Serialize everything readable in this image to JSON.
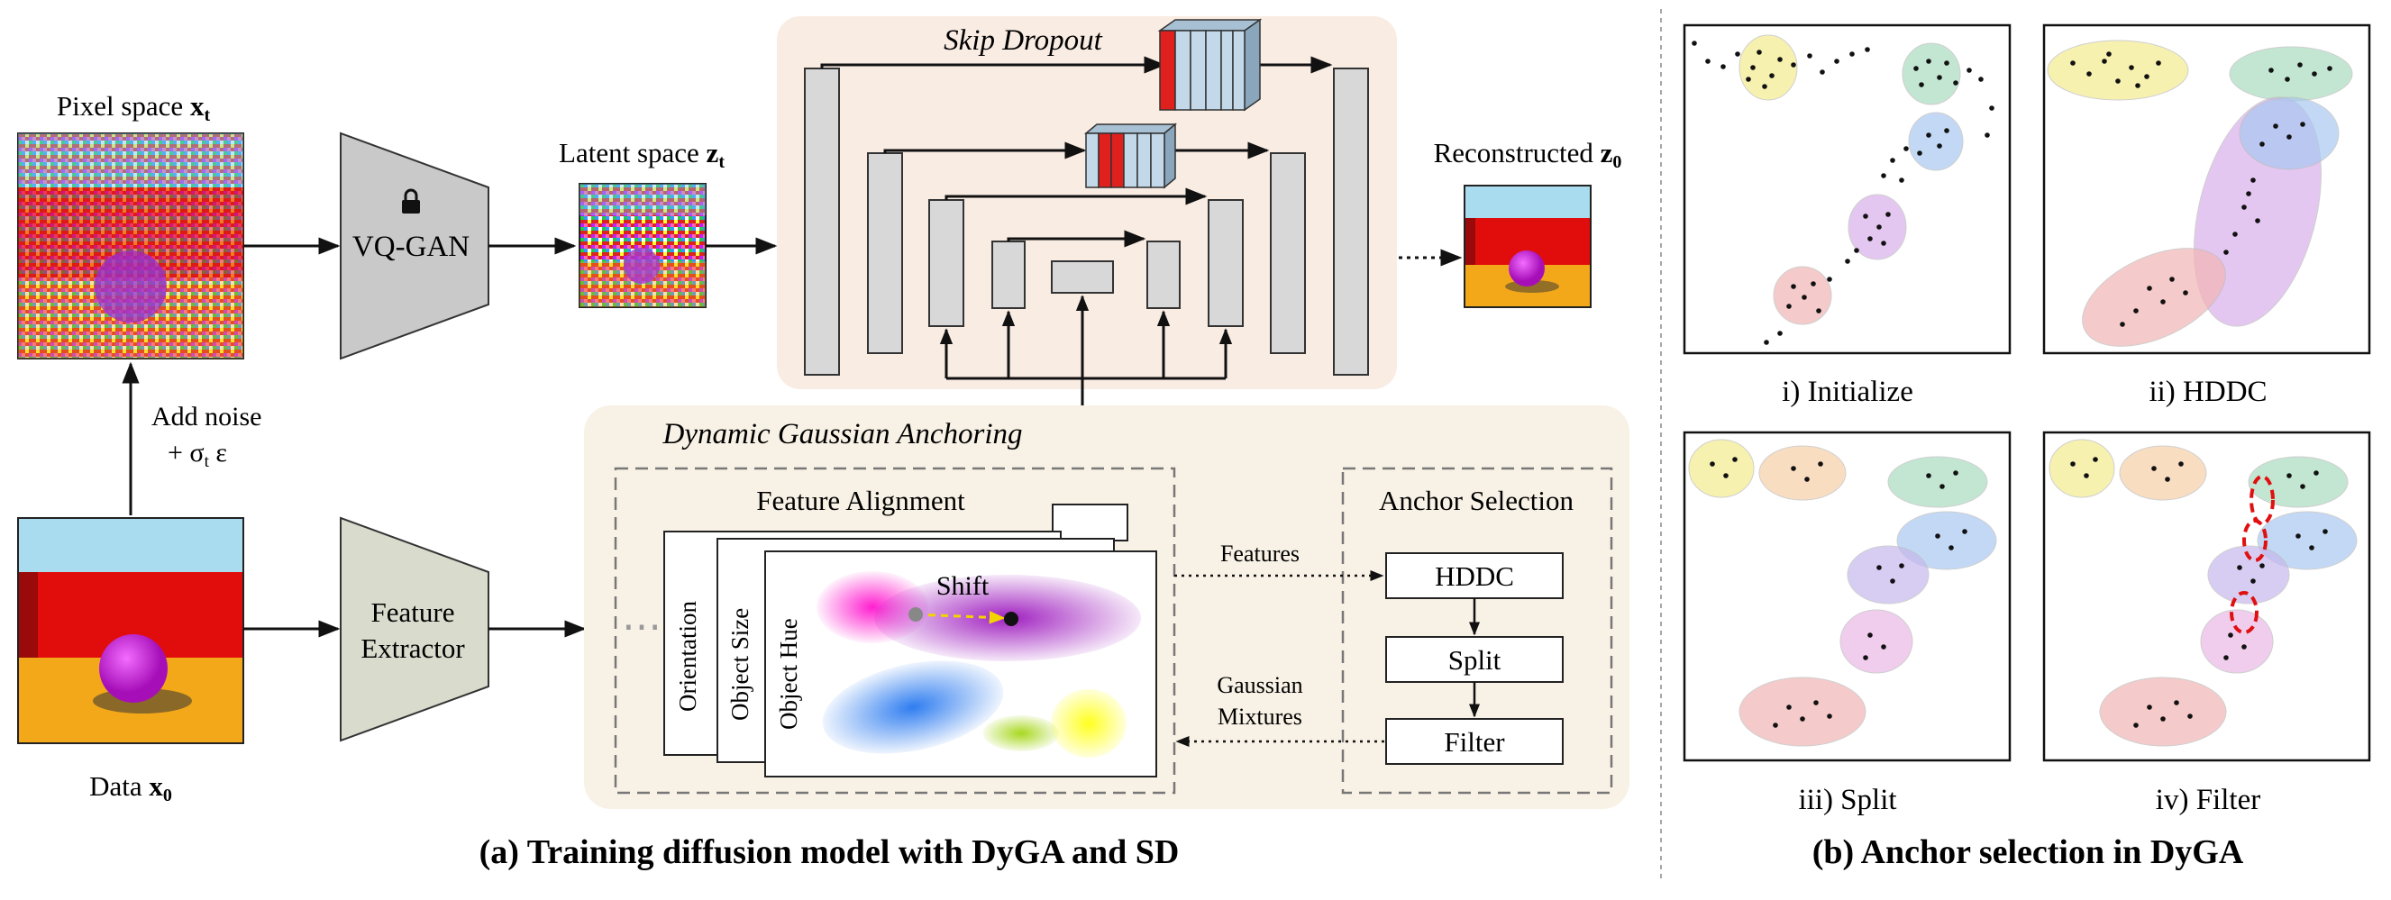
{
  "left_panel": {
    "pixel_space": {
      "label": "Pixel space ",
      "sym": "x",
      "sub": "t"
    },
    "add_noise": {
      "line1": "Add noise",
      "line2_prefix": "+ σ",
      "line2_sub": "t",
      "line2_suffix": " ε"
    },
    "data": {
      "label": "Data ",
      "sym": "x",
      "sub": "0"
    },
    "vqgan": {
      "label": "VQ-GAN",
      "lock_icon": "lock-icon"
    },
    "latent_space": {
      "label": "Latent space ",
      "sym": "z",
      "sub": "t"
    },
    "feature_extractor": {
      "line1": "Feature",
      "line2": "Extractor"
    },
    "reconstructed": {
      "label": "Reconstructed ",
      "sym": "z",
      "sub": "0"
    },
    "skip_dropout": {
      "title": "Skip Dropout"
    },
    "dyga": {
      "title": "Dynamic Gaussian Anchoring",
      "feature_alignment": "Feature Alignment",
      "cards": [
        "Orientation",
        "Object Size",
        "Object Hue"
      ],
      "shift": "Shift",
      "ellipsis": "⋯",
      "anchor_selection": "Anchor Selection",
      "steps": [
        "HDDC",
        "Split",
        "Filter"
      ],
      "features_label": "Features",
      "gm_line1": "Gaussian",
      "gm_line2": "Mixtures"
    },
    "caption": "(a) Training diffusion model with DyGA and SD"
  },
  "right_panel": {
    "subplots": [
      {
        "label": "i) Initialize"
      },
      {
        "label": "ii) HDDC"
      },
      {
        "label": "iii) Split"
      },
      {
        "label": "iv) Filter"
      }
    ],
    "caption": "(b) Anchor selection in DyGA"
  },
  "colors": {
    "unet_panel": "#f9ece3",
    "dyga_panel": "#f8f1e5",
    "encoder_fill": "#c9c9c9",
    "extractor_fill": "#d9dccd",
    "dropout_red": "#e0201c",
    "dropout_blue": "#c3d8e8",
    "sky": "#a9dcef",
    "wall": "#e10c0c",
    "floor": "#f3a81a",
    "ball": "#c21bd4"
  }
}
